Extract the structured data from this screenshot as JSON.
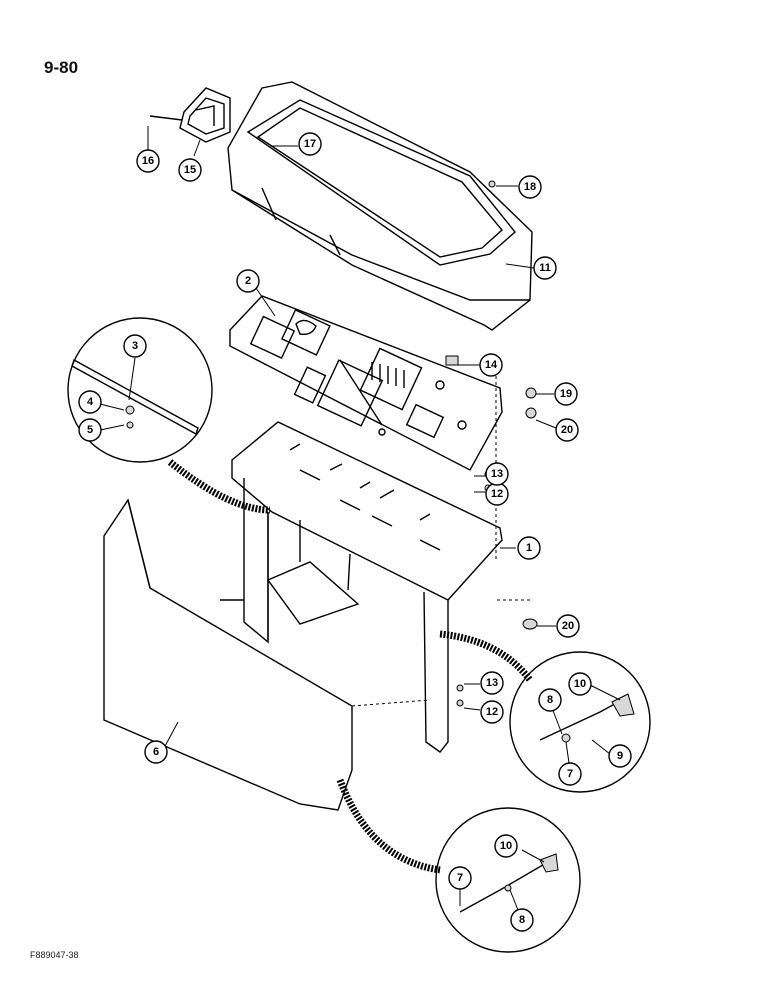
{
  "page_number": "9-80",
  "figure_code": "F889047-38",
  "callouts": [
    {
      "id": "c1",
      "label": "1"
    },
    {
      "id": "c2",
      "label": "2"
    },
    {
      "id": "c3",
      "label": "3"
    },
    {
      "id": "c4",
      "label": "4"
    },
    {
      "id": "c5",
      "label": "5"
    },
    {
      "id": "c6",
      "label": "6"
    },
    {
      "id": "c7a",
      "label": "7"
    },
    {
      "id": "c7b",
      "label": "7"
    },
    {
      "id": "c8a",
      "label": "8"
    },
    {
      "id": "c8b",
      "label": "8"
    },
    {
      "id": "c9",
      "label": "9"
    },
    {
      "id": "c10a",
      "label": "10"
    },
    {
      "id": "c10b",
      "label": "10"
    },
    {
      "id": "c11",
      "label": "11"
    },
    {
      "id": "c12a",
      "label": "12"
    },
    {
      "id": "c12b",
      "label": "12"
    },
    {
      "id": "c13a",
      "label": "13"
    },
    {
      "id": "c13b",
      "label": "13"
    },
    {
      "id": "c14",
      "label": "14"
    },
    {
      "id": "c15",
      "label": "15"
    },
    {
      "id": "c16",
      "label": "16"
    },
    {
      "id": "c17",
      "label": "17"
    },
    {
      "id": "c18",
      "label": "18"
    },
    {
      "id": "c19",
      "label": "19"
    },
    {
      "id": "c20a",
      "label": "20"
    },
    {
      "id": "c20b",
      "label": "20"
    }
  ]
}
